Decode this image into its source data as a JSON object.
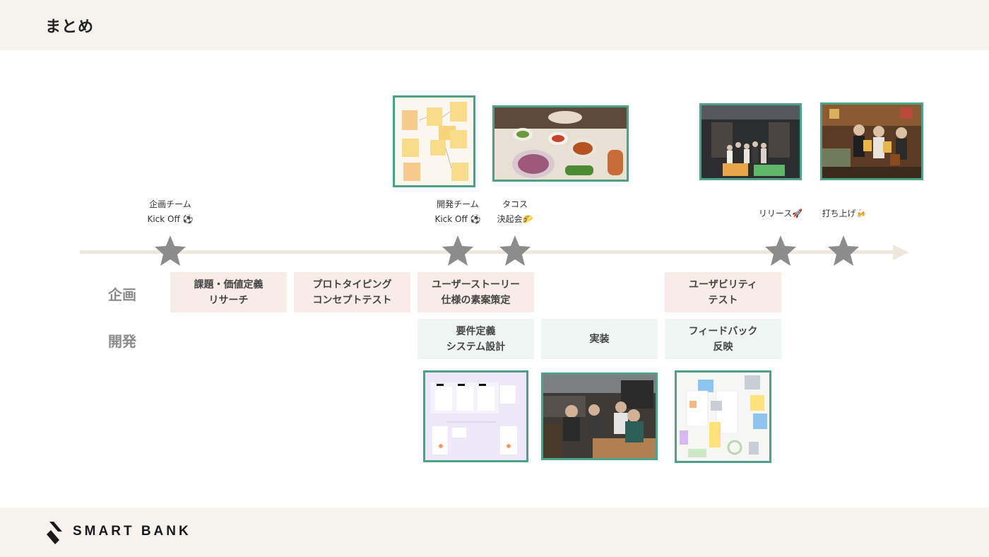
{
  "page": {
    "title": "まとめ"
  },
  "milestones": [
    {
      "line1": "企画チーム",
      "line2": "Kick Off ⚽"
    },
    {
      "line1": "開発チーム",
      "line2": "Kick Off ⚽"
    },
    {
      "line1": "タコス",
      "line2": "決起会🌮"
    },
    {
      "line1": "リリース🚀"
    },
    {
      "line1": "打ち上げ🍻"
    }
  ],
  "rows": {
    "planning": "企画",
    "development": "開発"
  },
  "planning_boxes": [
    {
      "line1": "課題・価値定義",
      "line2": "リサーチ"
    },
    {
      "line1": "プロトタイピング",
      "line2": "コンセプトテスト"
    },
    {
      "line1": "ユーザーストーリー",
      "line2": "仕様の素案策定"
    },
    {
      "line1": "ユーザビリティ",
      "line2": "テスト"
    }
  ],
  "development_boxes": [
    {
      "line1": "要件定義",
      "line2": "システム設計"
    },
    {
      "line1": "実装"
    },
    {
      "line1": "フィードバック",
      "line2": "反映"
    }
  ],
  "footer": {
    "brand": "SMART BANK"
  },
  "colors": {
    "accent_border": "#4fa186",
    "star": "#8c8c8c",
    "timeline": "#eee7dc",
    "planning_box": "#f8ece6",
    "development_box": "#eef5f3",
    "band": "#f5f3ee"
  }
}
